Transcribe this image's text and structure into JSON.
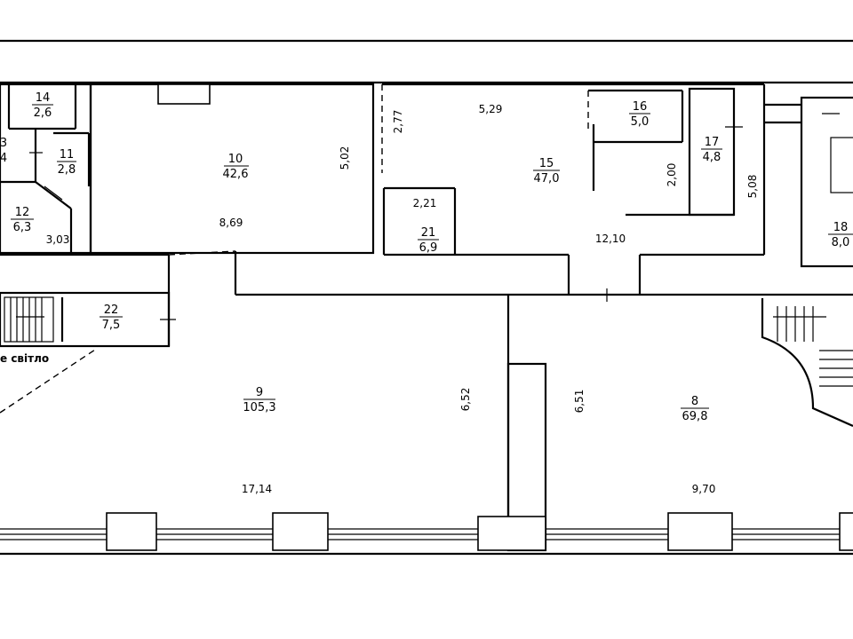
{
  "rooms": [
    {
      "id": "room-14",
      "number": "14",
      "area": "2,6"
    },
    {
      "id": "room-13",
      "number": "3",
      "area": "4"
    },
    {
      "id": "room-11",
      "number": "11",
      "area": "2,8"
    },
    {
      "id": "room-12",
      "number": "12",
      "area": "6,3"
    },
    {
      "id": "room-10",
      "number": "10",
      "area": "42,6"
    },
    {
      "id": "room-15",
      "number": "15",
      "area": "47,0"
    },
    {
      "id": "room-16",
      "number": "16",
      "area": "5,0"
    },
    {
      "id": "room-17",
      "number": "17",
      "area": "4,8"
    },
    {
      "id": "room-18",
      "number": "18",
      "area": "8,0"
    },
    {
      "id": "room-21",
      "number": "21",
      "area": "6,9"
    },
    {
      "id": "room-22",
      "number": "22",
      "area": "7,5"
    },
    {
      "id": "room-9",
      "number": "9",
      "area": "105,3"
    },
    {
      "id": "room-8",
      "number": "8",
      "area": "69,8"
    }
  ],
  "dimensions": {
    "d_3_03": "3,03",
    "d_8_69": "8,69",
    "d_5_02": "5,02",
    "d_2_77": "2,77",
    "d_5_29": "5,29",
    "d_2_21": "2,21",
    "d_2_00": "2,00",
    "d_5_08": "5,08",
    "d_12_10": "12,10",
    "d_6_52": "6,52",
    "d_6_51": "6,51",
    "d_17_14": "17,14",
    "d_9_70": "9,70"
  },
  "notes": {
    "light_label": "е світло"
  }
}
